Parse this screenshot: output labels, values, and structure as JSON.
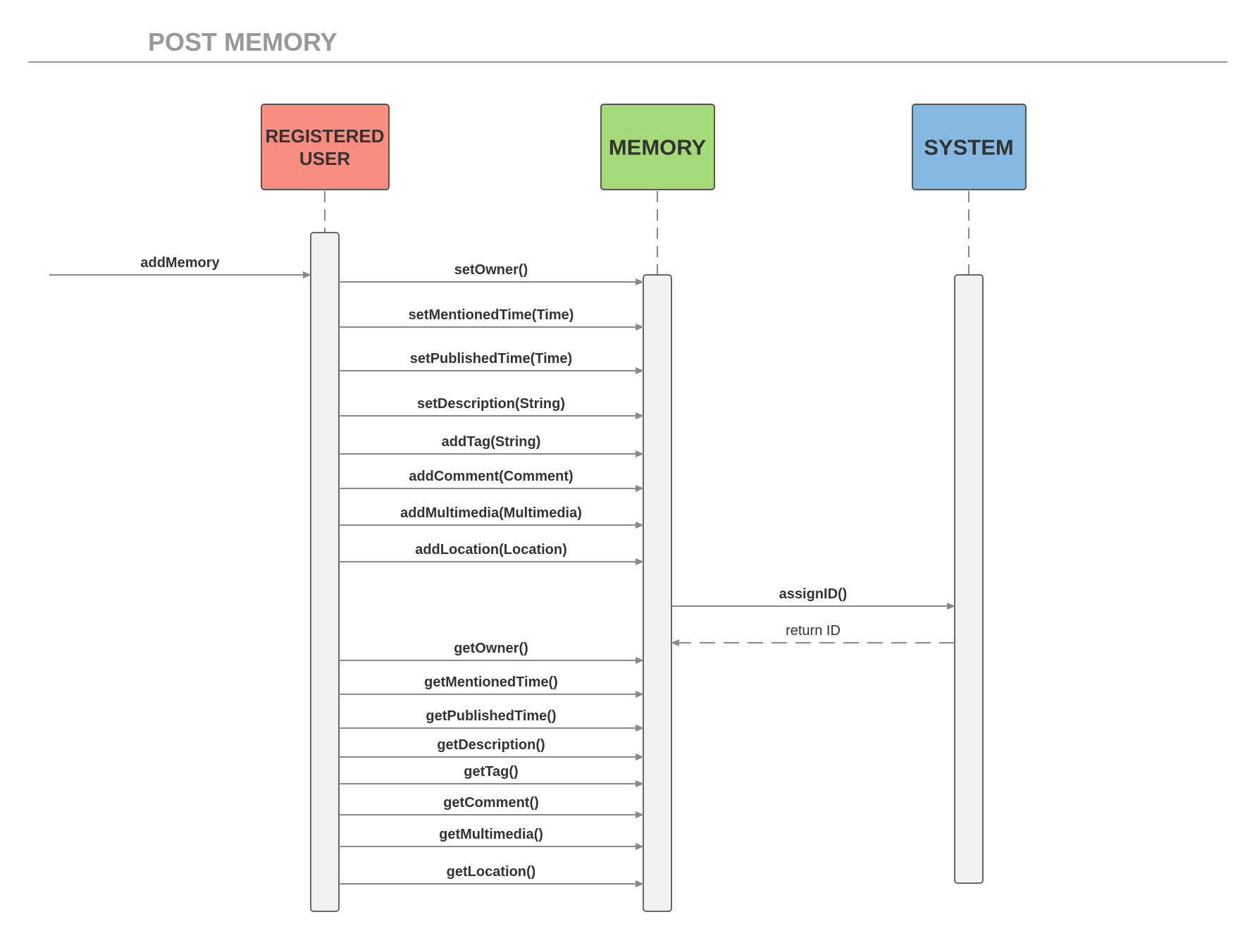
{
  "title": "POST MEMORY",
  "actors": [
    {
      "id": "user",
      "name": "user-actor",
      "lines": [
        "REGISTERED",
        "USER"
      ],
      "color": "#f98e80"
    },
    {
      "id": "memory",
      "name": "memory-actor",
      "lines": [
        "MEMORY"
      ],
      "color": "#a6d978"
    },
    {
      "id": "system",
      "name": "system-actor",
      "lines": [
        "SYSTEM"
      ],
      "color": "#85b9e2"
    }
  ],
  "messages": [
    {
      "label": "addMemory",
      "from": "external",
      "to": "user"
    },
    {
      "label": "setOwner()",
      "from": "user",
      "to": "memory"
    },
    {
      "label": "setMentionedTime(Time)",
      "from": "user",
      "to": "memory"
    },
    {
      "label": "setPublishedTime(Time)",
      "from": "user",
      "to": "memory"
    },
    {
      "label": "setDescription(String)",
      "from": "user",
      "to": "memory"
    },
    {
      "label": "addTag(String)",
      "from": "user",
      "to": "memory"
    },
    {
      "label": "addComment(Comment)",
      "from": "user",
      "to": "memory"
    },
    {
      "label": "addMultimedia(Multimedia)",
      "from": "user",
      "to": "memory"
    },
    {
      "label": "addLocation(Location)",
      "from": "user",
      "to": "memory"
    },
    {
      "label": "assignID()",
      "from": "memory",
      "to": "system"
    },
    {
      "label": "return ID",
      "from": "system",
      "to": "memory",
      "return": true
    },
    {
      "label": "getOwner()",
      "from": "user",
      "to": "memory"
    },
    {
      "label": "getMentionedTime()",
      "from": "user",
      "to": "memory"
    },
    {
      "label": "getPublishedTime()",
      "from": "user",
      "to": "memory"
    },
    {
      "label": "getDescription()",
      "from": "user",
      "to": "memory"
    },
    {
      "label": "getTag()",
      "from": "user",
      "to": "memory"
    },
    {
      "label": "getComment()",
      "from": "user",
      "to": "memory"
    },
    {
      "label": "getMultimedia()",
      "from": "user",
      "to": "memory"
    },
    {
      "label": "getLocation()",
      "from": "user",
      "to": "memory"
    }
  ]
}
